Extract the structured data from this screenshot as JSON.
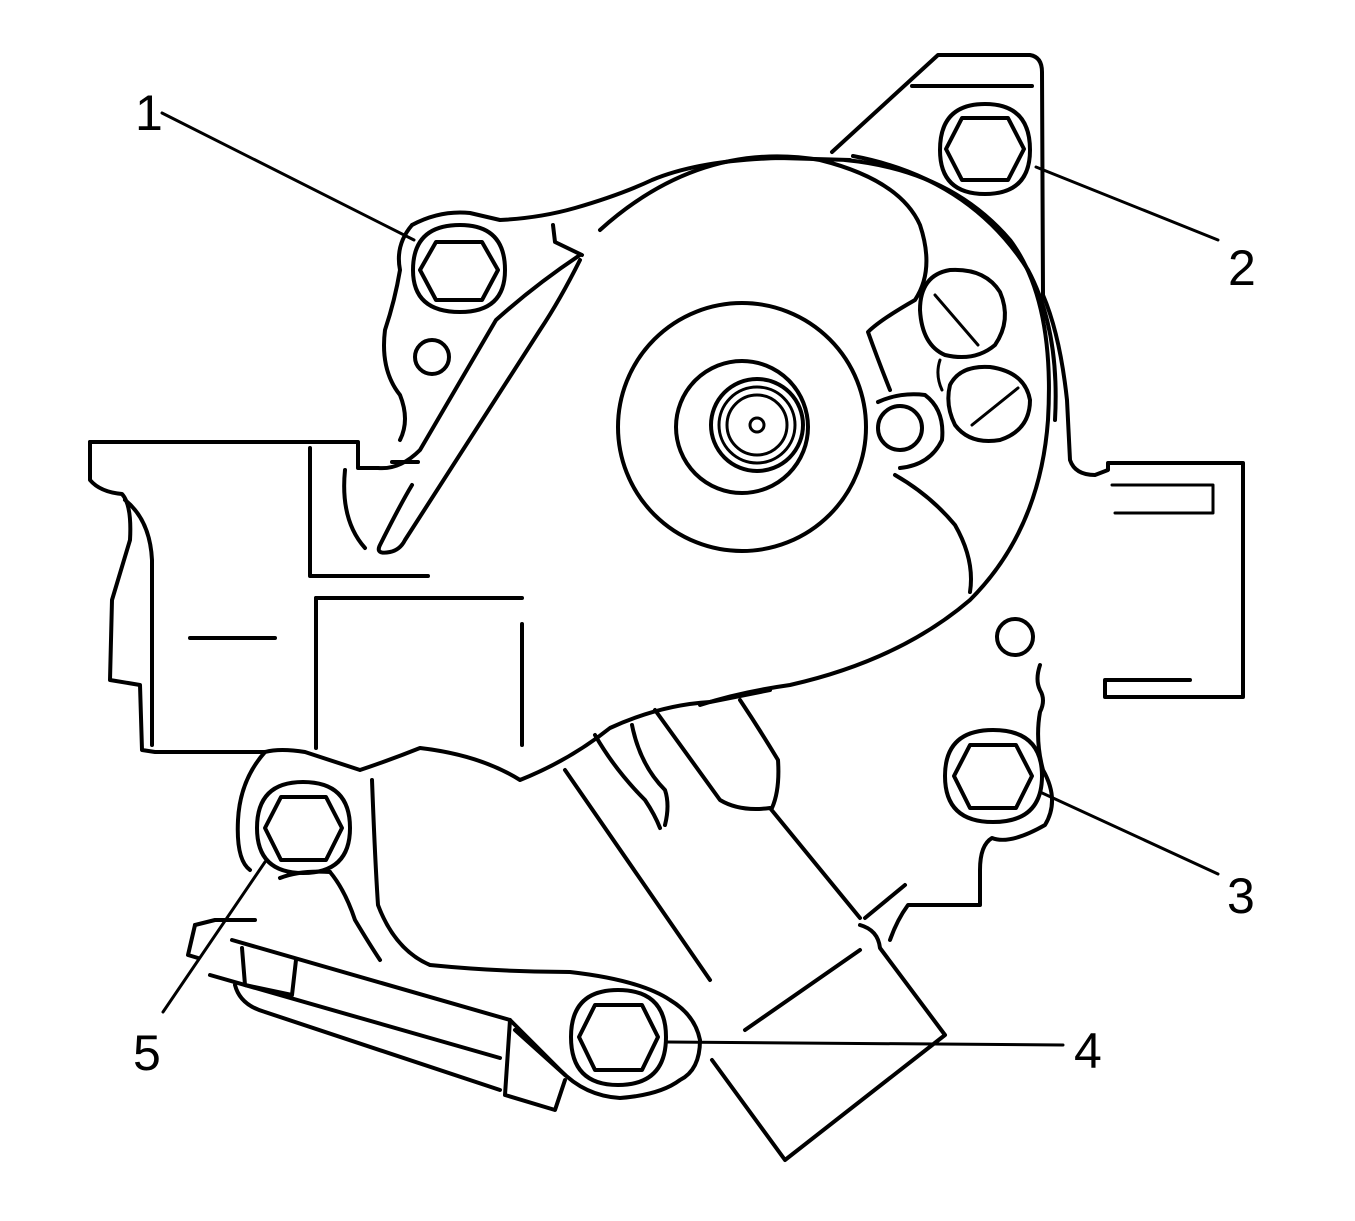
{
  "diagram": {
    "stroke_color": "#000000",
    "background_color": "#ffffff",
    "callouts": [
      {
        "id": "1",
        "label": "1"
      },
      {
        "id": "2",
        "label": "2"
      },
      {
        "id": "3",
        "label": "3"
      },
      {
        "id": "4",
        "label": "4"
      },
      {
        "id": "5",
        "label": "5"
      }
    ]
  }
}
